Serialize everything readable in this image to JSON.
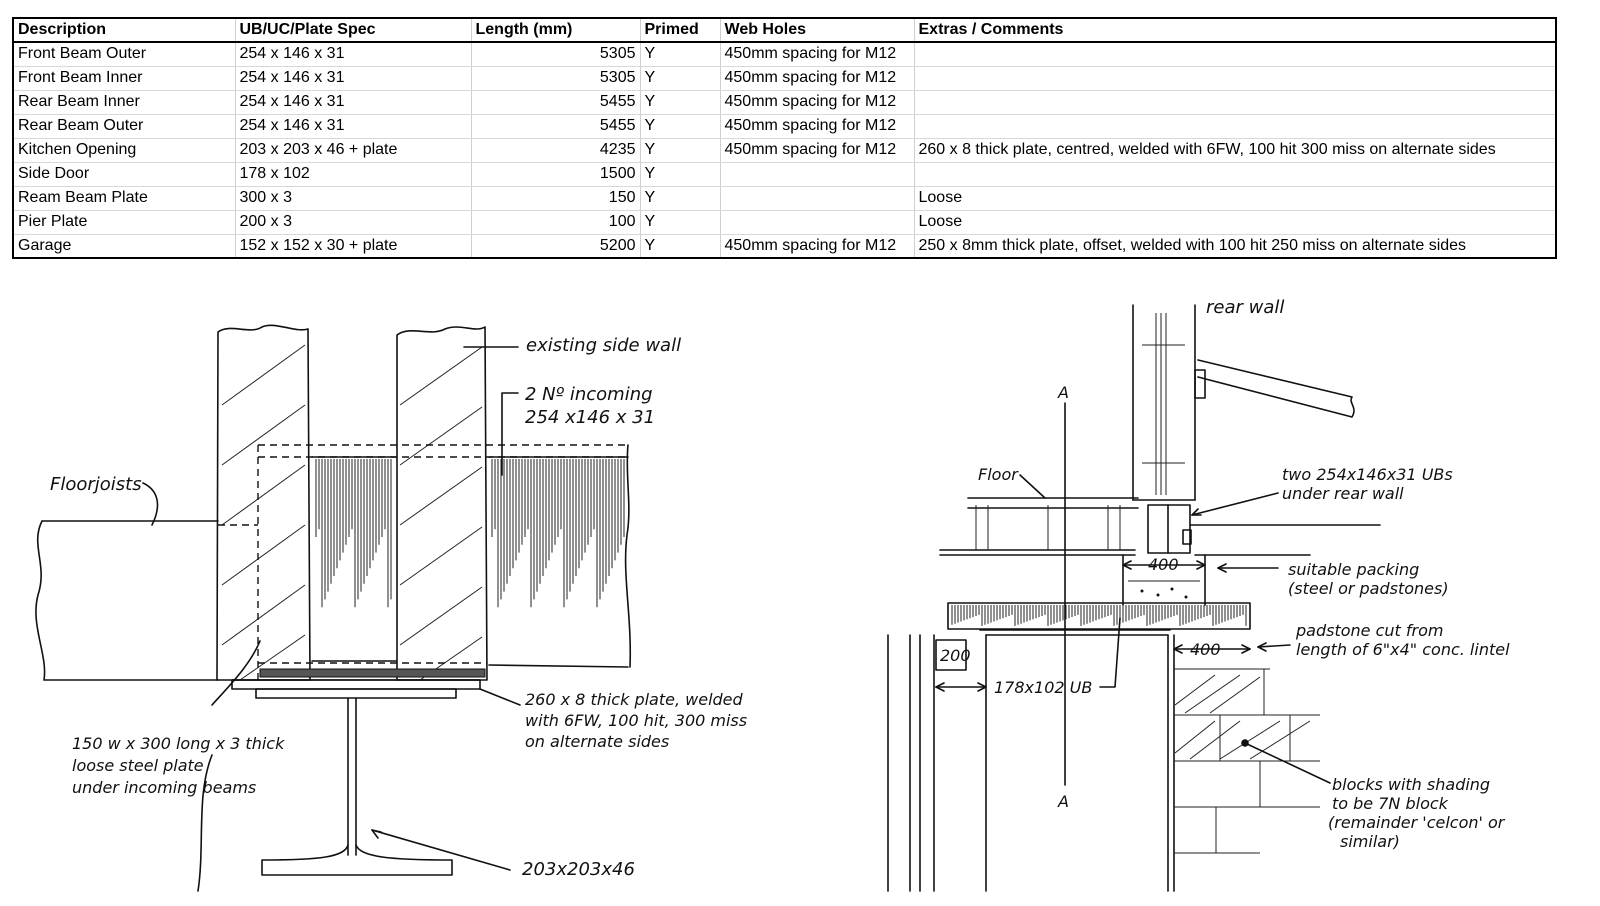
{
  "table": {
    "headers": [
      "Description",
      "UB/UC/Plate Spec",
      "Length (mm)",
      "Primed",
      "Web Holes",
      "Extras / Comments"
    ],
    "rows": [
      [
        "Front Beam Outer",
        "254 x 146 x 31",
        "5305",
        "Y",
        "450mm spacing for M12",
        ""
      ],
      [
        "Front Beam Inner",
        "254 x 146 x 31",
        "5305",
        "Y",
        "450mm spacing for M12",
        ""
      ],
      [
        "Rear Beam Inner",
        "254 x 146 x 31",
        "5455",
        "Y",
        "450mm spacing for M12",
        ""
      ],
      [
        "Rear Beam Outer",
        "254 x 146 x 31",
        "5455",
        "Y",
        "450mm spacing for M12",
        ""
      ],
      [
        "Kitchen Opening",
        "203 x 203 x 46 + plate",
        "4235",
        "Y",
        "450mm spacing for M12",
        "260 x 8 thick plate, centred, welded with 6FW, 100 hit 300 miss on alternate sides"
      ],
      [
        "Side Door",
        "178 x 102",
        "1500",
        "Y",
        "",
        ""
      ],
      [
        "Ream Beam Plate",
        "300 x 3",
        "150",
        "Y",
        "",
        "Loose"
      ],
      [
        "Pier Plate",
        "200 x 3",
        "100",
        "Y",
        "",
        "Loose"
      ],
      [
        "Garage",
        "152 x 152 x 30 + plate",
        "5200",
        "Y",
        "450mm spacing for M12",
        "250 x 8mm thick plate, offset, welded with 100 hit 250 miss on alternate sides"
      ]
    ]
  },
  "sketch_left": {
    "label_side_wall": "existing side wall",
    "label_incoming_1": "2 Nº incoming",
    "label_incoming_2": "254 x146 x 31",
    "label_floor_joists": "Floorjoists",
    "label_plate_1": "260 x 8 thick plate, welded",
    "label_plate_2": "with 6FW, 100 hit, 300 miss",
    "label_plate_3": "on alternate sides",
    "label_loose_1": "150 w x 300 long x 3 thick",
    "label_loose_2": "loose steel plate",
    "label_loose_3": "under incoming beams",
    "label_section": "203x203x46"
  },
  "sketch_right": {
    "label_rear_wall": "rear wall",
    "label_section_top": "A",
    "label_section_bottom": "A",
    "label_floor": "Floor",
    "label_ubs_1": "two 254x146x31 UBs",
    "label_ubs_2": "under rear wall",
    "label_dim_400_top": "400",
    "label_packing_1": "suitable packing",
    "label_packing_2": "(steel or padstones)",
    "label_padstone_1": "padstone cut from",
    "label_padstone_2": "length of 6\"x4\" conc. lintel",
    "label_dim_200": "200",
    "label_dim_400_side": "400",
    "label_ub": "178x102 UB",
    "label_blocks_1": "blocks with shading",
    "label_blocks_2": "to be 7N block",
    "label_blocks_3": "(remainder 'celcon' or",
    "label_blocks_4": "similar)"
  }
}
